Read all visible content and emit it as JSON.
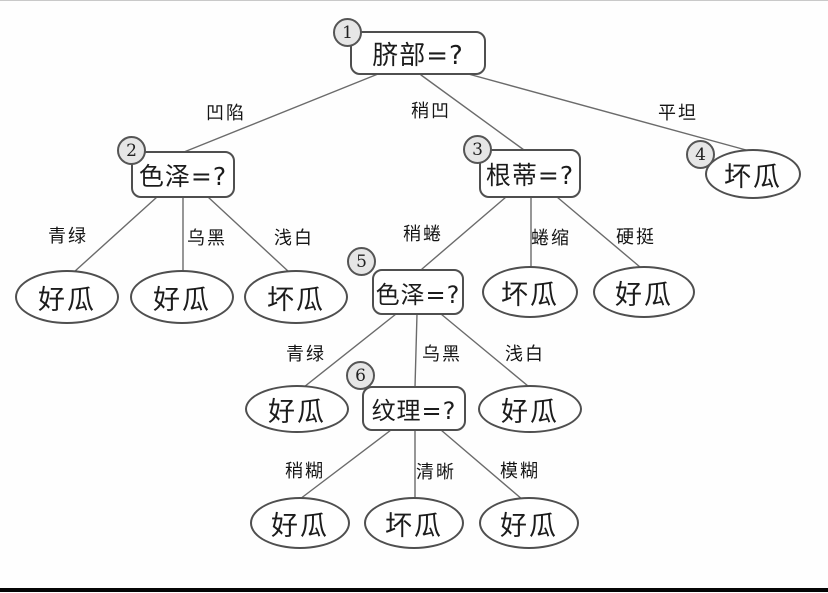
{
  "diagram": {
    "kind": "decision-tree",
    "palette": {
      "node_stroke": "#4f4f4f",
      "edge_stroke": "#6b6b6b",
      "badge_fill": "#e6e6e6",
      "background": "#fefefe",
      "bottom_rule": "#050505"
    }
  },
  "nodes": {
    "n1": {
      "badge": "1",
      "label": "脐部=?",
      "kind": "decision"
    },
    "n2": {
      "badge": "2",
      "label": "色泽=?",
      "kind": "decision"
    },
    "n3": {
      "badge": "3",
      "label": "根蒂=?",
      "kind": "decision"
    },
    "n4": {
      "badge": "4",
      "label": "坏瓜",
      "kind": "leaf"
    },
    "n5": {
      "badge": "5",
      "label": "色泽=?",
      "kind": "decision"
    },
    "n6": {
      "badge": "6",
      "label": "纹理=?",
      "kind": "decision"
    },
    "leaf_r1c1": {
      "label": "好瓜",
      "kind": "leaf"
    },
    "leaf_r1c2": {
      "label": "好瓜",
      "kind": "leaf"
    },
    "leaf_r1c3": {
      "label": "坏瓜",
      "kind": "leaf"
    },
    "leaf_r1c4": {
      "label": "坏瓜",
      "kind": "leaf"
    },
    "leaf_r1c5": {
      "label": "好瓜",
      "kind": "leaf"
    },
    "leaf_r2c1": {
      "label": "好瓜",
      "kind": "leaf"
    },
    "leaf_r2c2": {
      "label": "好瓜",
      "kind": "leaf"
    },
    "leaf_r3c1": {
      "label": "好瓜",
      "kind": "leaf"
    },
    "leaf_r3c2": {
      "label": "坏瓜",
      "kind": "leaf"
    },
    "leaf_r3c3": {
      "label": "好瓜",
      "kind": "leaf"
    }
  },
  "edges": {
    "n1_n2": "凹陷",
    "n1_n3": "稍凹",
    "n1_n4": "平坦",
    "n2_r1c1": "青绿",
    "n2_r1c2": "乌黑",
    "n2_r1c3": "浅白",
    "n3_n5": "稍蜷",
    "n3_r1c4": "蜷缩",
    "n3_r1c5": "硬挺",
    "n5_r2c1": "青绿",
    "n5_n6": "乌黑",
    "n5_r2c2": "浅白",
    "n6_r3c1": "稍糊",
    "n6_r3c2": "清晰",
    "n6_r3c3": "模糊"
  }
}
